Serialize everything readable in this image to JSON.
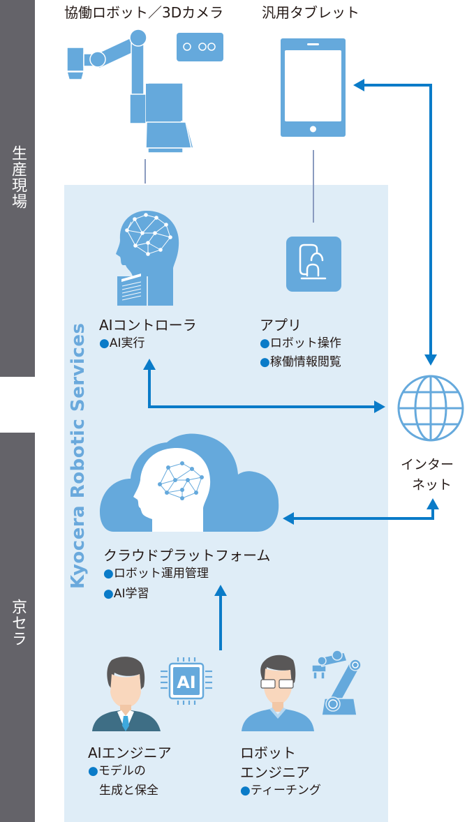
{
  "sections": {
    "factory_label": "生産現場",
    "kyocera_label": "京セラ"
  },
  "brand_label": "Kyocera Robotic Services",
  "colors": {
    "sidebar": "#646369",
    "panel": "#dfedf7",
    "icon_blue": "#65a9dc",
    "arrow_blue": "#0a7bc8",
    "brand_text": "#6aa9dc",
    "connector_line": "#8a9bbf"
  },
  "nodes": {
    "robot_camera": {
      "title": "協働ロボット／3Dカメラ",
      "icon": "robot-arm-icon"
    },
    "tablet": {
      "title": "汎用タブレット",
      "icon": "tablet-icon"
    },
    "ai_controller": {
      "title": "AIコントローラ",
      "icon": "ai-head-icon",
      "bullets": [
        "AI実行"
      ]
    },
    "app": {
      "title": "アプリ",
      "icon": "app-icon",
      "bullets": [
        "ロボット操作",
        "稼働情報閲覧"
      ]
    },
    "internet": {
      "title_line1": "インター",
      "title_line2": "ネット",
      "icon": "globe-icon"
    },
    "cloud": {
      "title": "クラウドプラットフォーム",
      "icon": "cloud-ai-icon",
      "bullets": [
        "ロボット運用管理",
        "AI学習"
      ]
    },
    "ai_engineer": {
      "title": "AIエンジニア",
      "icon": "ai-engineer-icon",
      "bullet_line1": "モデルの",
      "bullet_line2": "生成と保全",
      "chip_label": "AI"
    },
    "robot_engineer": {
      "title_line1": "ロボット",
      "title_line2": "エンジニア",
      "icon": "robot-engineer-icon",
      "bullets": [
        "ティーチング"
      ]
    }
  },
  "bullet_mark": "●"
}
